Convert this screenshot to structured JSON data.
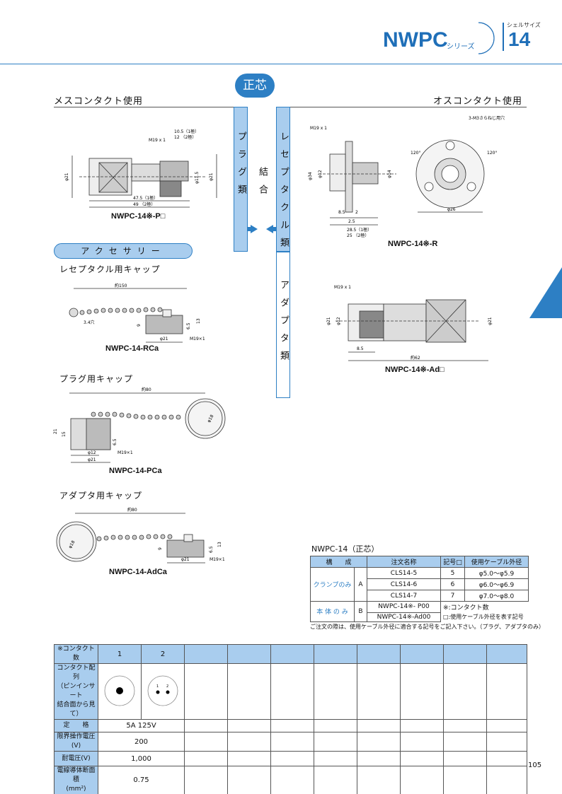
{
  "header": {
    "series_code": "NWPC",
    "series_suffix": "シリーズ",
    "shell_label": "シェルサイズ",
    "shell_size": "14"
  },
  "badge": "正芯",
  "female_heading": "メスコンタクト使用",
  "male_heading": "オスコンタクト使用",
  "columns": {
    "plug": "プラグ類",
    "mating": "結合",
    "receptacle": "レセプタクル類",
    "adapter": "アダプタ類"
  },
  "drawings": {
    "plug": {
      "caption": "NWPC-14※-P□",
      "dims": [
        "M19 x 1",
        "10.5（1極）",
        "12 （2極）",
        "φ21",
        "φ11.5",
        "φ21",
        "47.5（1極）",
        "49 （2極）"
      ]
    },
    "receptacle": {
      "caption": "NWPC-14※-R",
      "dims": [
        "M19 x 1",
        "3-M3さらねじ用穴",
        "φ34",
        "φ12",
        "φ14",
        "120°",
        "120°",
        "φ26",
        "8.5",
        "2",
        "2.5",
        "28.5（1極）",
        "25 （2極）"
      ]
    },
    "adapter": {
      "caption": "NWPC-14※-Ad□",
      "dims": [
        "M19 x 1",
        "φ21",
        "φ12",
        "φ21",
        "8.5",
        "約62"
      ]
    },
    "rcap": {
      "caption": "NWPC-14-RCa",
      "dims": [
        "約150",
        "3.4穴",
        "9",
        "6.5",
        "13",
        "φ21",
        "M19×1"
      ]
    },
    "pcap": {
      "caption": "NWPC-14-PCa",
      "dims": [
        "約80",
        "21",
        "15",
        "φ18",
        "6.5",
        "φ12",
        "M19×1",
        "φ21"
      ]
    },
    "adcap": {
      "caption": "NWPC-14-AdCa",
      "dims": [
        "約80",
        "φ18",
        "9",
        "6.5",
        "13",
        "φ21",
        "M19×1"
      ]
    }
  },
  "accessory_label": "アクセサリー",
  "rcap_heading": "レセプタクル用キャップ",
  "pcap_heading": "プラグ用キャップ",
  "adcap_heading": "アダプタ用キャップ",
  "order_table": {
    "title": "NWPC-14（正芯）",
    "headers": [
      "構　　成",
      "注文名称",
      "記号□",
      "使用ケーブル外径"
    ],
    "clamp_label": "クランプのみ",
    "clamp_code": "A",
    "clamp_rows": [
      {
        "name": "CLS14-5",
        "code": "5",
        "cable": "φ5.0〜φ5.9"
      },
      {
        "name": "CLS14-6",
        "code": "6",
        "cable": "φ6.0〜φ6.9"
      },
      {
        "name": "CLS14-7",
        "code": "7",
        "cable": "φ7.0〜φ8.0"
      }
    ],
    "body_label": "本 体 の み",
    "body_code": "B",
    "body_rows": [
      "NWPC-14※-  P00",
      "NWPC-14※-Ad00"
    ],
    "note1": "※:コンタクト数",
    "note2": "□:使用ケーブル外径を表す記号",
    "footer": "ご注文の際は、使用ケーブル外径に適合する記号をご記入下さい。（プラグ、アダプタのみ）"
  },
  "spec_table": {
    "labels": {
      "contacts": "※コンタクト数",
      "layout1": "コンタクト配列",
      "layout2": "（ピンインサート",
      "layout3": "結合面から見て）",
      "rating": "定　　格",
      "voltage": "限界操作電圧(V)",
      "withstand": "耐電圧(V)",
      "wire1": "電線導体断面積",
      "wire2": "(mm²)"
    },
    "contact_counts": [
      "1",
      "2"
    ],
    "pin_labels": [
      "1",
      "2"
    ],
    "rating": "5A 125V",
    "voltage": "200",
    "withstand": "1,000",
    "wire": "0.75"
  },
  "page_number": "105"
}
